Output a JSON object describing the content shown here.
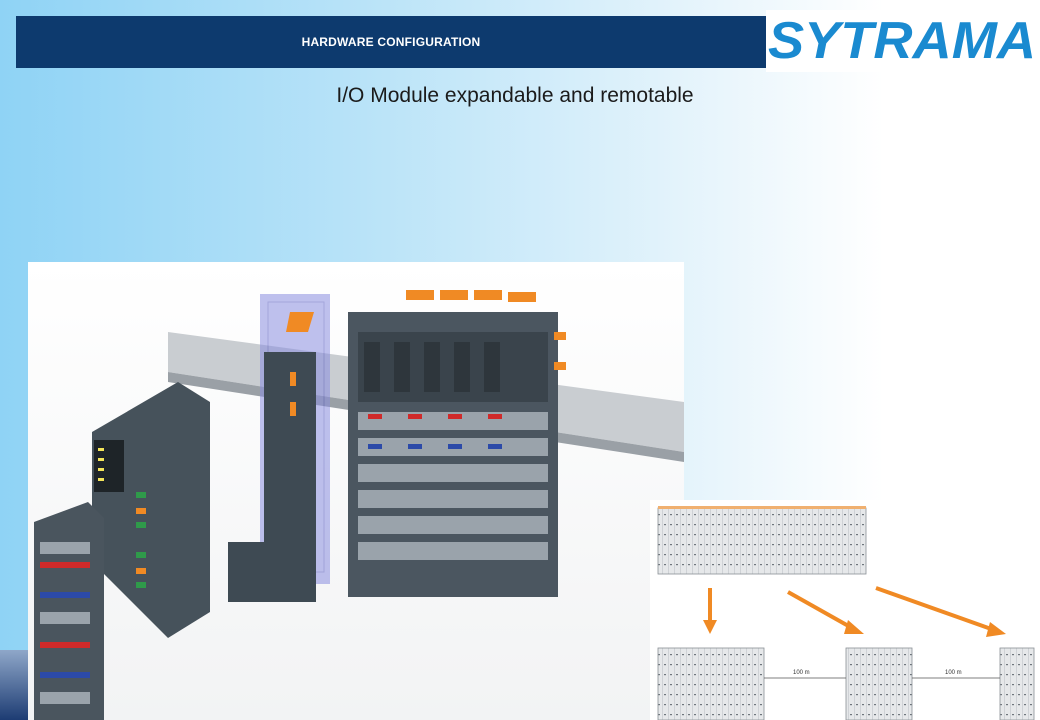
{
  "header": {
    "title": "HARDWARE CONFIGURATION"
  },
  "logo": {
    "text": "SYTRAMA",
    "color": "#1a8ad0"
  },
  "slide": {
    "title": "I/O Module expandable and remotable"
  },
  "diagram": {
    "distance_1": "100 m",
    "distance_2": "100 m",
    "arrow_color": "#f08a24"
  },
  "colors": {
    "header_bg": "#0d3a6e",
    "module_body": "#3e4a53",
    "accent_orange": "#f08a24"
  }
}
